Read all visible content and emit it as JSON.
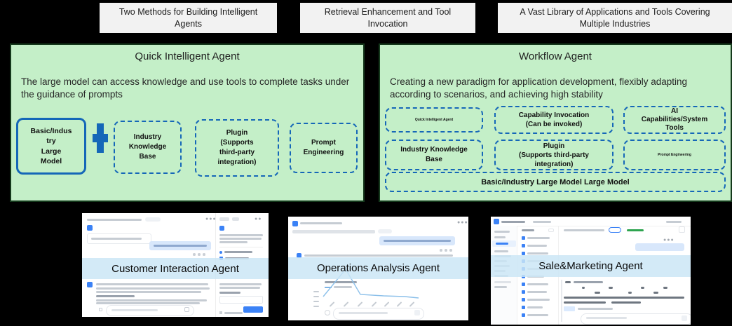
{
  "colors": {
    "background": "#000000",
    "accent_blue": "#1567b8",
    "panel_green": "#c4efc8",
    "header_gray": "#f2f2f2",
    "band_blue": "#cfe7f6",
    "app_blue": "#3b82f6"
  },
  "header": {
    "boxes": [
      {
        "label": "Two Methods for Building Intelligent Agents"
      },
      {
        "label": "Retrieval Enhancement and Tool Invocation"
      },
      {
        "label": "A Vast Library of Applications and Tools Covering Multiple Industries"
      }
    ]
  },
  "quick_agent": {
    "title": "Quick Intelligent Agent",
    "description": "The large model can access knowledge and use tools to complete tasks under the guidance of prompts",
    "model_box": "Basic/Indus\ntry\nLarge\nModel",
    "components": [
      {
        "label": "Industry\nKnowledge\nBase"
      },
      {
        "label": "Plugin\n(Supports\nthird-party\nintegration)"
      },
      {
        "label": "Prompt\nEngineering"
      }
    ]
  },
  "workflow_agent": {
    "title": "Workflow Agent",
    "description": "Creating a new paradigm for application development, flexibly adapting according to scenarios, and achieving high stability",
    "grid": {
      "quick_agent": "Quick Intelligent Agent",
      "capability": "Capability Invocation\n(Can be invoked)",
      "ai_tools": "AI\nCapabilities/System\nTools",
      "knowledge": "Industry  Knowledge\nBase",
      "plugin": "Plugin\n(Supports  third-party\nintegration)",
      "prompt": "Prompt Engineering",
      "base_model": "Basic/Industry  Large Model Large Model"
    }
  },
  "screenshots": [
    {
      "label": "Customer Interaction Agent"
    },
    {
      "label": "Operations Analysis Agent"
    },
    {
      "label": "Sale&Marketing Agent"
    }
  ]
}
